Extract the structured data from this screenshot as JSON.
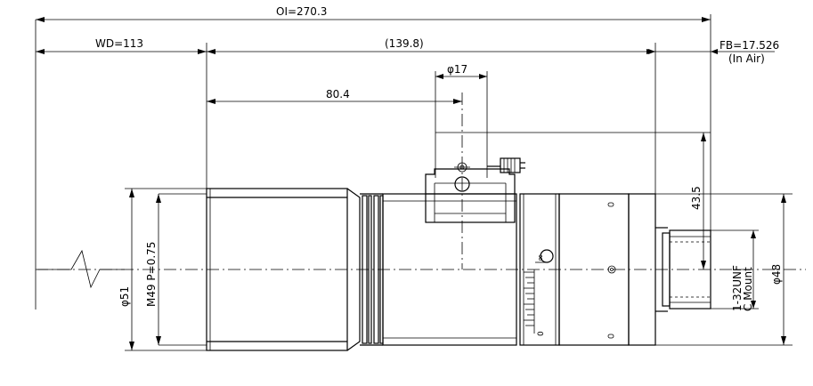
{
  "dimensions": {
    "oi": "OI=270.3",
    "wd": "WD=113",
    "mid": "(139.8)",
    "fb": "FB=17.526",
    "fb_note": "(In Air)",
    "phi17": "φ17",
    "d804": "80.4",
    "d435": "43.5",
    "phi51": "φ51",
    "m49": "M49  P=0.75",
    "phi48": "φ48",
    "mount_thread": "1-32UNF",
    "mount_type": "C Mount"
  },
  "scale": {
    "infinity_mark": "∞",
    "zero_mark": "0"
  }
}
